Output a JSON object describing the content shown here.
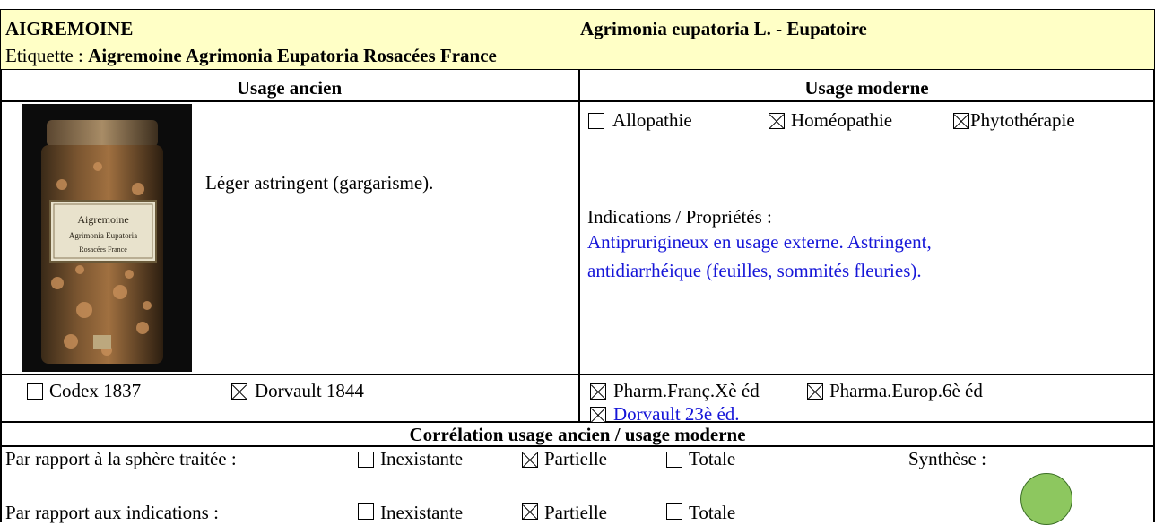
{
  "header": {
    "name": "AIGREMOINE",
    "latin": "Agrimonia eupatoria L. - Eupatoire",
    "label_prefix": "Etiquette : ",
    "label_value": "Aigremoine  Agrimonia Eupatoria Rosacées France"
  },
  "columns": {
    "ancien": "Usage ancien",
    "moderne": "Usage moderne"
  },
  "ancien": {
    "description": "Léger astringent (gargarisme).",
    "jar_label": [
      "Aigremoine",
      "Agrimonia Eupatoria",
      "Rosacées France"
    ],
    "sources": [
      {
        "label": "Codex 1837",
        "checked": false
      },
      {
        "label": "Dorvault 1844",
        "checked": true
      }
    ]
  },
  "moderne": {
    "usages": [
      {
        "label": "Allopathie",
        "checked": false
      },
      {
        "label": "Homéopathie",
        "checked": true
      },
      {
        "label": "Phytothérapie",
        "checked": true
      }
    ],
    "indications_title": "Indications / Propriétés :",
    "indications_text": [
      "Antiprurigineux en usage externe. Astringent,",
      "antidiarrhéique (feuilles, sommités fleuries)."
    ],
    "sources": [
      {
        "label": "Pharm.Franç.Xè éd",
        "checked": true
      },
      {
        "label": "Pharma.Europ.6è éd",
        "checked": true
      },
      {
        "label": "Dorvault 23è éd.",
        "checked": true
      }
    ]
  },
  "correlation": {
    "title": "Corrélation usage ancien / usage moderne",
    "rows": [
      {
        "label": "Par rapport à la sphère traitée :",
        "options": [
          {
            "label": "Inexistante",
            "checked": false
          },
          {
            "label": "Partielle",
            "checked": true
          },
          {
            "label": "Totale",
            "checked": false
          }
        ]
      },
      {
        "label": "Par rapport aux indications :",
        "options": [
          {
            "label": "Inexistante",
            "checked": false
          },
          {
            "label": "Partielle",
            "checked": true
          },
          {
            "label": "Totale",
            "checked": false
          }
        ]
      }
    ],
    "synthese_label": "Synthèse :",
    "synthese_color": "#8dc75f"
  }
}
